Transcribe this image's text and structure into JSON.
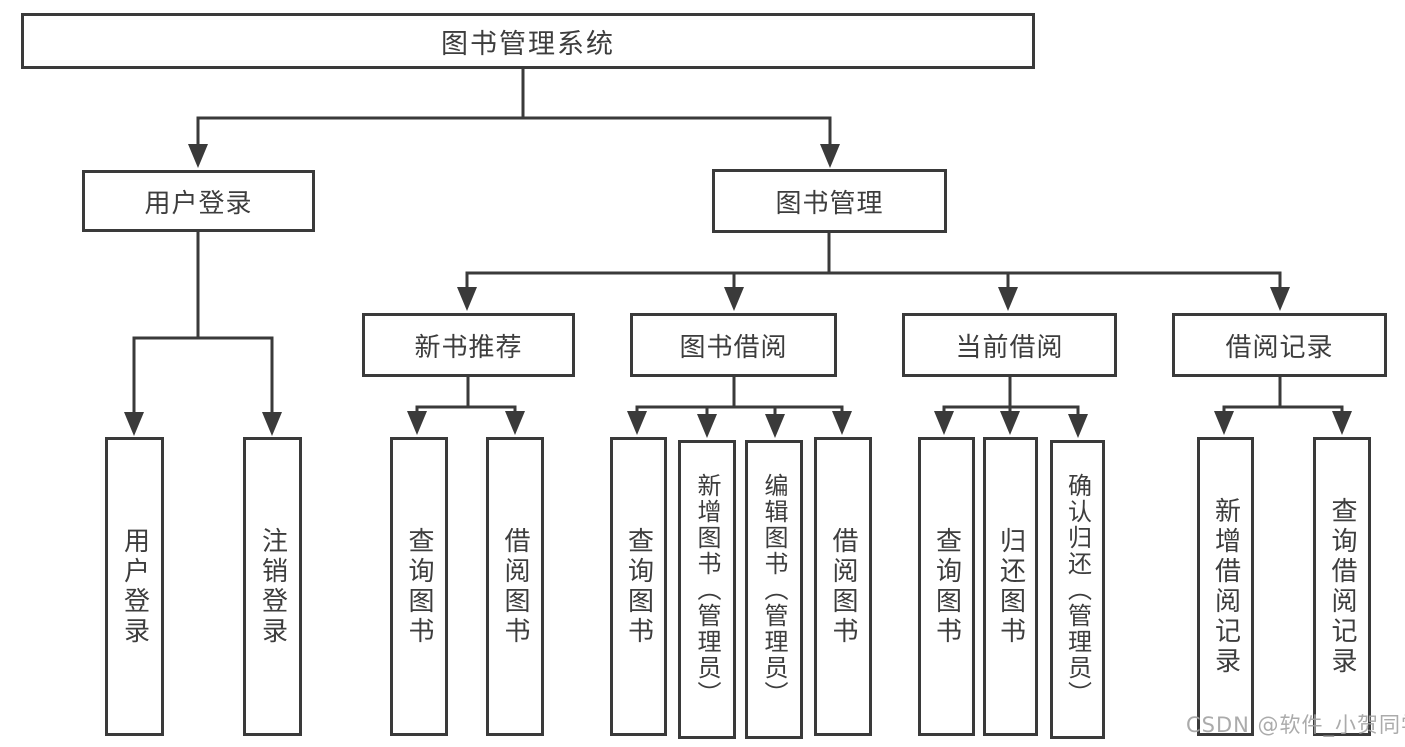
{
  "root": {
    "label": "图书管理系统"
  },
  "level1": [
    {
      "label": "用户登录",
      "parent": "图书管理系统"
    },
    {
      "label": "图书管理",
      "parent": "图书管理系统"
    }
  ],
  "level2": [
    {
      "label": "新书推荐",
      "parent": "图书管理"
    },
    {
      "label": "图书借阅",
      "parent": "图书管理"
    },
    {
      "label": "当前借阅",
      "parent": "图书管理"
    },
    {
      "label": "借阅记录",
      "parent": "图书管理"
    }
  ],
  "leaves": [
    {
      "label": "用户登录",
      "parent": "用户登录"
    },
    {
      "label": "注销登录",
      "parent": "用户登录"
    },
    {
      "label": "查询图书",
      "parent": "新书推荐"
    },
    {
      "label": "借阅图书",
      "parent": "新书推荐"
    },
    {
      "label": "查询图书",
      "parent": "图书借阅"
    },
    {
      "label": "新增图书（管理员）",
      "parent": "图书借阅"
    },
    {
      "label": "编辑图书（管理员）",
      "parent": "图书借阅"
    },
    {
      "label": "借阅图书",
      "parent": "图书借阅"
    },
    {
      "label": "查询图书",
      "parent": "当前借阅"
    },
    {
      "label": "归还图书",
      "parent": "当前借阅"
    },
    {
      "label": "确认归还（管理员）",
      "parent": "当前借阅"
    },
    {
      "label": "新增借阅记录",
      "parent": "借阅记录"
    },
    {
      "label": "查询借阅记录",
      "parent": "借阅记录"
    }
  ],
  "watermark": {
    "text": "CSDN @软件_小贺同学"
  },
  "colors": {
    "line": "#3a3a3a",
    "text": "#3d3d3d",
    "background": "#ffffff",
    "watermark": "#a4a4a4"
  }
}
